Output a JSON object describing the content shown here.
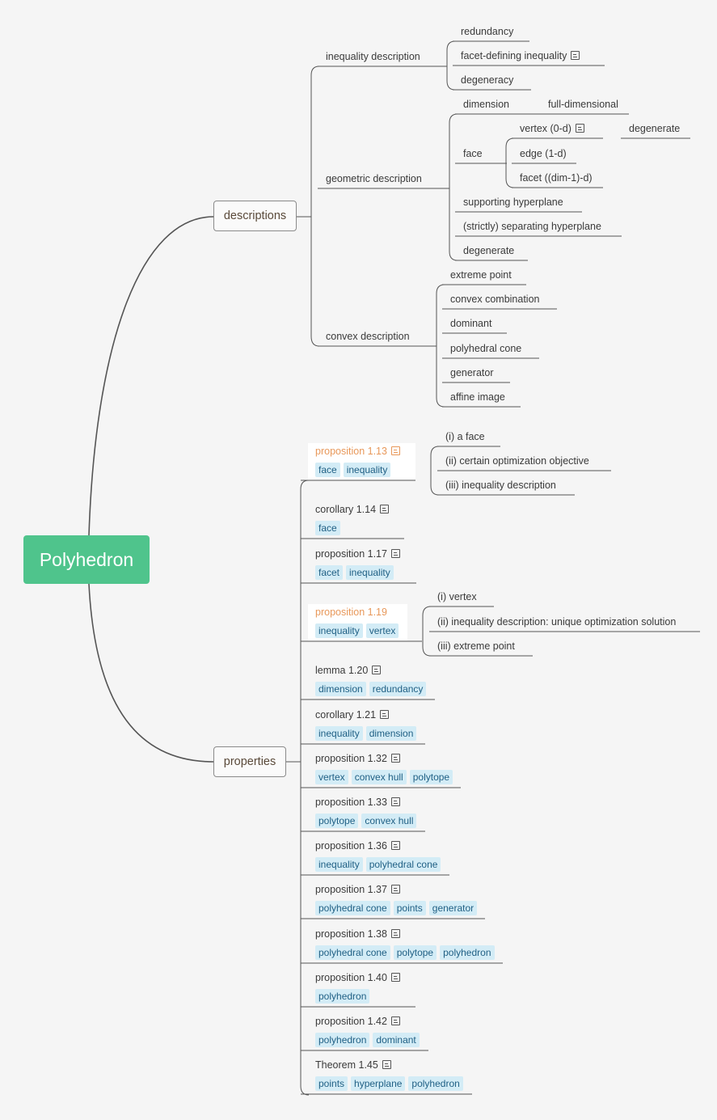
{
  "root": "Polyhedron",
  "descriptions": {
    "label": "descriptions",
    "inequality": {
      "label": "inequality description",
      "children": [
        {
          "label": "redundancy",
          "note": false
        },
        {
          "label": "facet-defining inequality",
          "note": true
        },
        {
          "label": "degeneracy",
          "note": false
        }
      ]
    },
    "geometric": {
      "label": "geometric description",
      "dimension": {
        "label": "dimension",
        "child": "full-dimensional"
      },
      "face": {
        "label": "face",
        "vertex": {
          "label": "vertex (0-d)",
          "child": "degenerate"
        },
        "edge": "edge (1-d)",
        "facet": "facet ((dim-1)-d)"
      },
      "others": [
        "supporting hyperplane",
        "(strictly) separating hyperplane",
        "degenerate"
      ]
    },
    "convex": {
      "label": "convex description",
      "children": [
        "extreme point",
        "convex combination",
        "dominant",
        "polyhedral cone",
        "generator",
        "affine image"
      ]
    }
  },
  "properties": {
    "label": "properties",
    "items": [
      {
        "label": "proposition 1.13",
        "highlight": true,
        "tags": [
          "face",
          "inequality"
        ],
        "children": [
          "(i) a face",
          "(ii) certain optimization objective",
          "(iii) inequality description"
        ]
      },
      {
        "label": "corollary 1.14",
        "tags": [
          "face"
        ]
      },
      {
        "label": "proposition 1.17",
        "tags": [
          "facet",
          "inequality"
        ]
      },
      {
        "label": "proposition 1.19",
        "highlight": true,
        "tags": [
          "inequality",
          "vertex"
        ],
        "children": [
          "(i) vertex",
          "(ii) inequality description: unique optimization solution",
          "(iii) extreme point"
        ]
      },
      {
        "label": "lemma 1.20",
        "tags": [
          "dimension",
          "redundancy"
        ]
      },
      {
        "label": "corollary 1.21",
        "tags": [
          "inequality",
          "dimension"
        ]
      },
      {
        "label": "proposition 1.32",
        "tags": [
          "vertex",
          "convex hull",
          "polytope"
        ]
      },
      {
        "label": "proposition 1.33",
        "tags": [
          "polytope",
          "convex hull"
        ]
      },
      {
        "label": "proposition 1.36",
        "tags": [
          "inequality",
          "polyhedral cone"
        ]
      },
      {
        "label": "proposition 1.37",
        "tags": [
          "polyhedral cone",
          "points",
          "generator"
        ]
      },
      {
        "label": "proposition 1.38",
        "tags": [
          "polyhedral cone",
          "polytope",
          "polyhedron"
        ]
      },
      {
        "label": "proposition 1.40",
        "tags": [
          "polyhedron"
        ]
      },
      {
        "label": "proposition 1.42",
        "tags": [
          "polyhedron",
          "dominant"
        ]
      },
      {
        "label": "Theorem 1.45",
        "tags": [
          "points",
          "hyperplane",
          "polyhedron"
        ]
      }
    ]
  },
  "colors": {
    "root": "#4fc48c",
    "highlight": "#e8985a",
    "tag_bg": "#d3ecf6",
    "tag_text": "#1f5f84",
    "line": "#555555"
  }
}
